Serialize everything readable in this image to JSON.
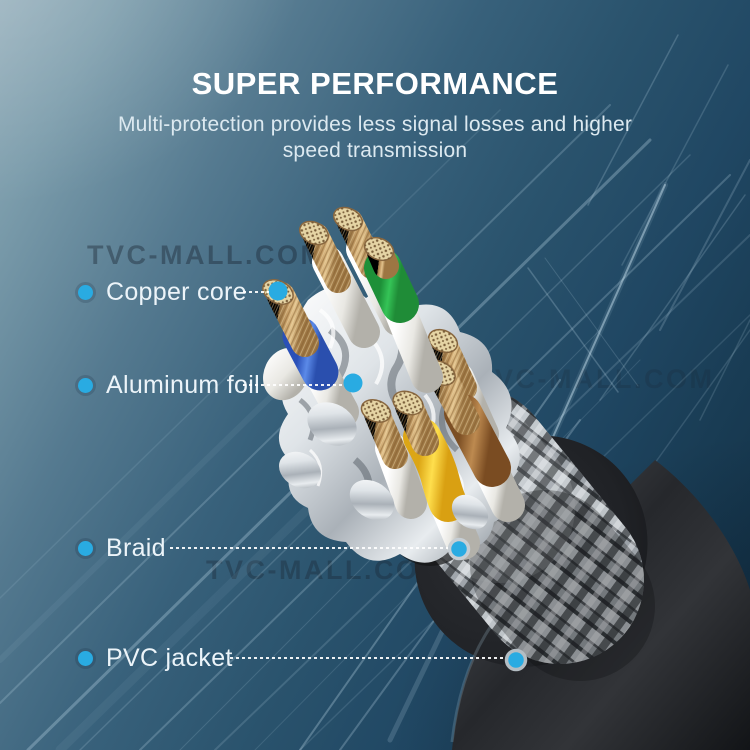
{
  "header": {
    "title": "SUPER PERFORMANCE",
    "subtitle_line1": "Multi-protection provides less signal losses and higher",
    "subtitle_line2": "speed transmission"
  },
  "callouts": [
    {
      "label": "Copper core"
    },
    {
      "label": "Aluminum foil"
    },
    {
      "label": "Braid"
    },
    {
      "label": "PVC jacket"
    }
  ],
  "watermark": {
    "text": "TVC-MALL.COM"
  },
  "colors": {
    "accent": "#29abe2",
    "title": "#ffffff",
    "subtitle": "#dce9f0",
    "label": "#ecf4f9",
    "background_light": "#90abb8",
    "background_dark": "#112e44",
    "copper": "#c09a66",
    "wire_white": "#f2f1ed",
    "wire_green": "#2db24b",
    "wire_blue": "#3a6ddd",
    "wire_yellow": "#f6cd27",
    "wire_brown": "#a9713b",
    "foil_silver": "#d9dee2",
    "braid_gray": "#b9bfc4",
    "jacket_black": "#202225"
  }
}
